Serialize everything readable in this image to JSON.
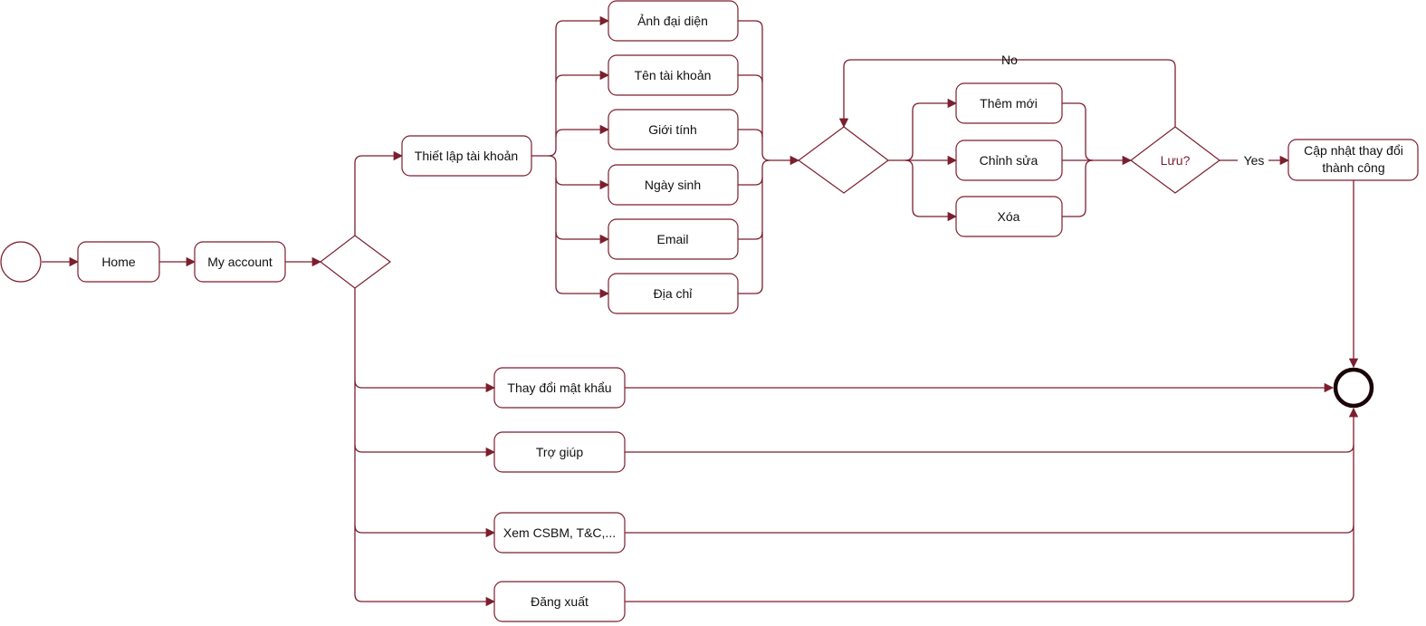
{
  "colors": {
    "line": "#7b1f2e",
    "node_fill": "#ffffff",
    "text": "#111111"
  },
  "nodes": {
    "home": "Home",
    "my_account": "My account",
    "account_settings": "Thiết lập tài khoản",
    "avatar": "Ảnh đại diện",
    "account_name": "Tên tài khoản",
    "gender": "Giới tính",
    "birthday": "Ngày sinh",
    "email": "Email",
    "address": "Địa chỉ",
    "add_new": "Thêm mới",
    "edit": "Chỉnh sửa",
    "delete": "Xóa",
    "save_question": "Lưu?",
    "update_success_line1": "Cập nhật thay đổi",
    "update_success_line2": "thành công",
    "change_password": "Thay đổi mật khẩu",
    "help": "Trợ giúp",
    "view_policies": "Xem CSBM, T&C,...",
    "logout": "Đăng xuất"
  },
  "edge_labels": {
    "no": "No",
    "yes": "Yes"
  }
}
